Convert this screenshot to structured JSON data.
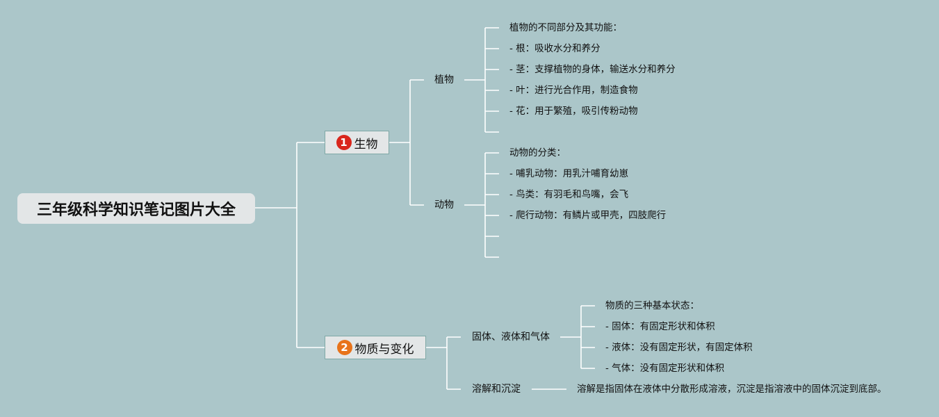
{
  "root": {
    "title": "三年级科学知识笔记图片大全"
  },
  "branches": [
    {
      "number": "1",
      "number_color": "#d9261c",
      "label": "生物",
      "children": [
        {
          "label": "植物",
          "items": [
            "植物的不同部分及其功能：",
            "- 根：吸收水分和养分",
            "- 茎：支撑植物的身体，输送水分和养分",
            "- 叶：进行光合作用，制造食物",
            "- 花：用于繁殖，吸引传粉动物",
            ""
          ]
        },
        {
          "label": "动物",
          "items": [
            "动物的分类：",
            "- 哺乳动物：用乳汁哺育幼崽",
            "- 鸟类：有羽毛和鸟嘴，会飞",
            "- 爬行动物：有鳞片或甲壳，四肢爬行",
            "",
            ""
          ]
        }
      ]
    },
    {
      "number": "2",
      "number_color": "#e8731a",
      "label": "物质与变化",
      "children": [
        {
          "label": "固体、液体和气体",
          "items": [
            "物质的三种基本状态：",
            "- 固体：有固定形状和体积",
            "- 液体：没有固定形状，有固定体积",
            "- 气体：没有固定形状和体积"
          ]
        },
        {
          "label": "溶解和沉淀",
          "items": [
            "溶解是指固体在液体中分散形成溶液，沉淀是指溶液中的固体沉淀到底部。"
          ]
        }
      ]
    }
  ],
  "colors": {
    "background": "#abc6c9",
    "lines": "#ffffff",
    "node_fill": "#e3e6e7"
  }
}
